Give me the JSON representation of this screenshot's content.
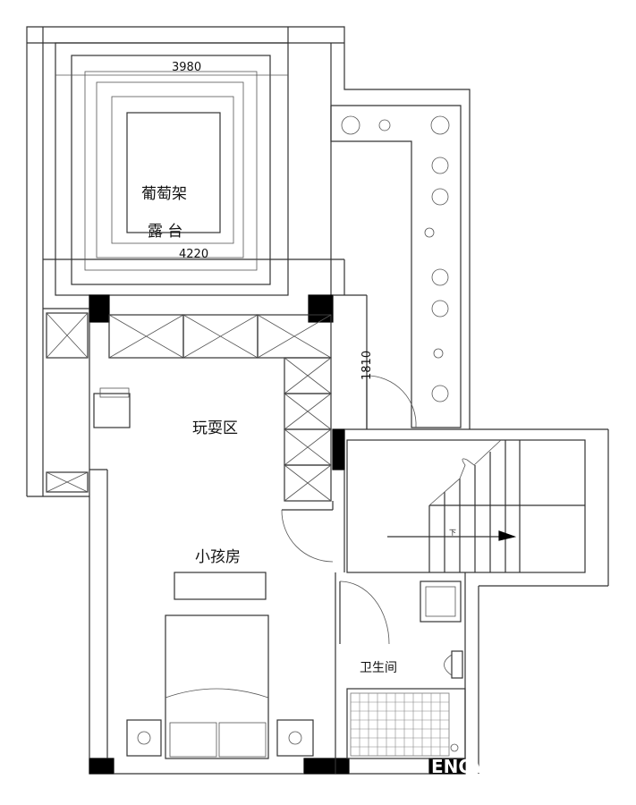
{
  "plan": {
    "dimensions": {
      "top_width": "3980",
      "terrace_width": "4220",
      "side_depth": "1810"
    },
    "rooms": {
      "pergola": "葡萄架",
      "terrace": "露 台",
      "play_area": "玩耍区",
      "kids_room": "小孩房",
      "bathroom": "卫生间"
    },
    "stair_direction": "下",
    "watermark": "ENOV"
  }
}
